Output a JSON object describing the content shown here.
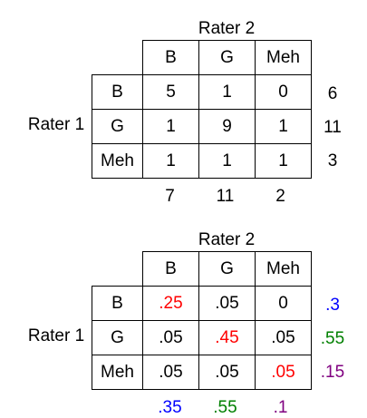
{
  "colors": {
    "red": "#ff0000",
    "blue": "#0000ff",
    "green": "#008000",
    "purple": "#800080"
  },
  "counts_table": {
    "col_header": "Rater 2",
    "row_header": "Rater 1",
    "columns": [
      "B",
      "G",
      "Meh"
    ],
    "rows": [
      {
        "label": "B",
        "cells": [
          "5",
          "1",
          "0"
        ],
        "total": "6"
      },
      {
        "label": "G",
        "cells": [
          "1",
          "9",
          "1"
        ],
        "total": "11"
      },
      {
        "label": "Meh",
        "cells": [
          "1",
          "1",
          "1"
        ],
        "total": "3"
      }
    ],
    "col_totals": [
      "7",
      "11",
      "2"
    ]
  },
  "proportions_table": {
    "col_header": "Rater 2",
    "row_header": "Rater 1",
    "columns": [
      "B",
      "G",
      "Meh"
    ],
    "rows": [
      {
        "label": "B",
        "cells": [
          ".25",
          ".05",
          "0"
        ],
        "total": ".3"
      },
      {
        "label": "G",
        "cells": [
          ".05",
          ".45",
          ".05"
        ],
        "total": ".55"
      },
      {
        "label": "Meh",
        "cells": [
          ".05",
          ".05",
          ".05"
        ],
        "total": ".15"
      }
    ],
    "col_totals": [
      ".35",
      ".55",
      ".1"
    ]
  }
}
